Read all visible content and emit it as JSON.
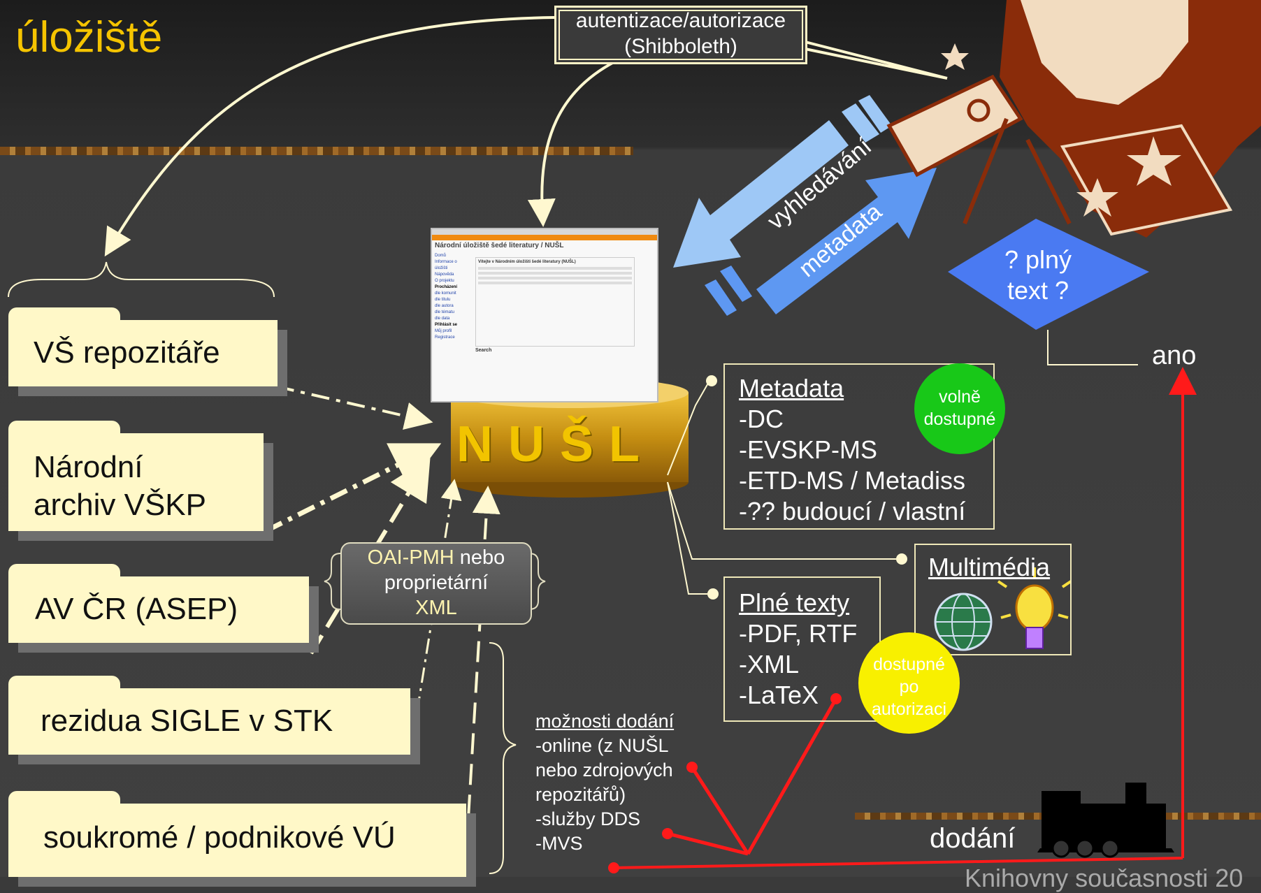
{
  "title": "úložiště",
  "auth_label_line1": "autentizace/autorizace",
  "auth_label_line2": "(Shibboleth)",
  "sources": [
    "VŠ repozitáře",
    "Národní archiv VŠKP",
    "AV ČR (ASEP)",
    "rezidua SIGLE v STK",
    "soukromé / podnikové VÚ"
  ],
  "sources_split": {
    "narodni_1": "Národní",
    "narodni_2": "archiv VŠKP"
  },
  "nusl_label": "NUŠL",
  "screenshot": {
    "header": "Národní úložiště šedé literatury / NUŠL",
    "intro_title": "Vítejte v Národním úložišti šedé literatury (NUŠL)",
    "left_nav": [
      "Domů",
      "Informace o úložišti",
      "Nápověda",
      "O projektu",
      "Procházení",
      "dle komunit",
      "dle titulu",
      "dle autora",
      "dle tématu",
      "dle data",
      "Přihlásit se",
      "Můj profil",
      "Registrace"
    ],
    "search_label": "Search"
  },
  "oai": {
    "line1_strong": "OAI-PMH",
    "line1_rest": " nebo",
    "line2": "proprietární",
    "line3": "XML"
  },
  "arrows": {
    "search": "vyhledávání",
    "metadata": "metadata"
  },
  "decision": {
    "line1": "? plný",
    "line2": "text ?",
    "yes": "ano"
  },
  "metadata_box": {
    "heading": "Metadata",
    "items": [
      "-DC",
      "-EVSKP-MS",
      "-ETD-MS / Metadiss",
      "-?? budoucí / vlastní"
    ]
  },
  "free_badge": {
    "line1": "volně",
    "line2": "dostupné"
  },
  "multimedia_box": {
    "heading": "Multimédia"
  },
  "fulltext_box": {
    "heading": "Plné texty",
    "items": [
      "-PDF, RTF",
      "-XML",
      "-LaTeX"
    ]
  },
  "auth_badge": {
    "line1": "dostupné",
    "line2": "po",
    "line3": "autorizaci"
  },
  "delivery": {
    "heading": "možnosti dodání",
    "lines": [
      "-online (z NUŠL",
      "nebo zdrojových",
      "repozitářů)",
      "-služby DDS",
      "-MVS"
    ]
  },
  "delivery_label": "dodání",
  "footer_text": "Knihovny současnosti 20",
  "colors": {
    "title": "#f5c400",
    "nusl": "#d4a010",
    "search_arrow": "#9ec8f6",
    "metadata_arrow": "#5e98f2",
    "decision": "#4a7af2",
    "red_line": "#ff1a1a",
    "green_badge": "#18c818",
    "yellow_badge": "#f8f000"
  },
  "icons": [
    "astronomer-telescope-clipart",
    "globe-icon",
    "lightbulb-icon",
    "locomotive-icon"
  ]
}
